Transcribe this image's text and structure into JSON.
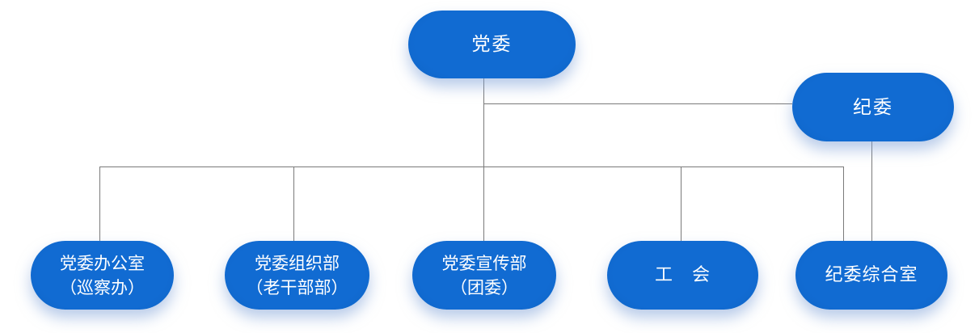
{
  "colors": {
    "background": "#ffffff",
    "node_gradient_center": "#116bd2",
    "node_gradient_edge": "#0a52a4",
    "node_text": "#ffffff",
    "connector_line": "#7a7a7a",
    "node_glow": "rgba(125,160,215,0.55)"
  },
  "nodes": {
    "dangwei": {
      "label": "党委"
    },
    "jiwei": {
      "label": "纪委"
    },
    "bangongshi": {
      "line1": "党委办公室",
      "line2": "（巡察办）"
    },
    "zuzhibu": {
      "line1": "党委组织部",
      "line2": "（老干部部）"
    },
    "xuanchuanbu": {
      "line1": "党委宣传部",
      "line2": "（团委）"
    },
    "gonghui": {
      "label": "工　会"
    },
    "zongheshi": {
      "label": "纪委综合室"
    }
  },
  "edges": [
    {
      "from": "党委",
      "to": "纪委"
    },
    {
      "from": "党委",
      "to": "党委办公室（巡察办）"
    },
    {
      "from": "党委",
      "to": "党委组织部（老干部部）"
    },
    {
      "from": "党委",
      "to": "党委宣传部（团委）"
    },
    {
      "from": "党委",
      "to": "工会"
    },
    {
      "from": "党委",
      "to": "纪委综合室"
    },
    {
      "from": "纪委",
      "to": "纪委综合室"
    }
  ]
}
